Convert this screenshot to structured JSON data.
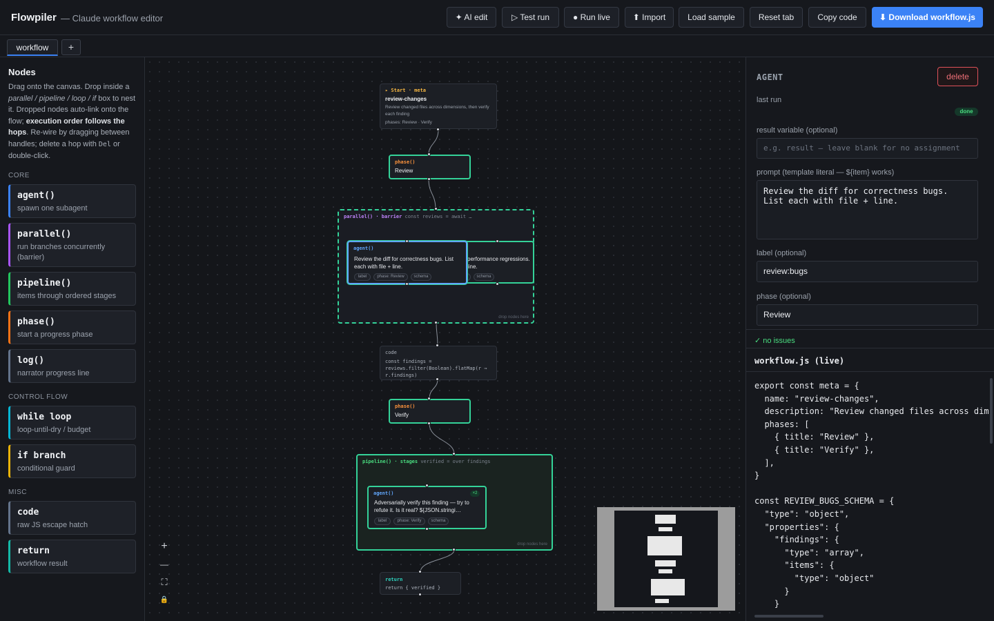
{
  "header": {
    "brand": "Flowpiler",
    "subtitle": "— Claude workflow editor",
    "buttons": {
      "ai_edit": "✦ AI edit",
      "test_run": "▷ Test run",
      "run_live": "● Run live",
      "import": "⬆ Import",
      "load_sample": "Load sample",
      "reset_tab": "Reset tab",
      "copy_code": "Copy code",
      "download": "⬇ Download workflow.js"
    }
  },
  "tabs": {
    "active": "workflow",
    "add": "+"
  },
  "sidebar": {
    "title": "Nodes",
    "desc_1": "Drag onto the canvas. Drop inside a ",
    "desc_2": "parallel / pipeline / loop / if",
    "desc_3": " box to nest it. Dropped nodes auto-link onto the flow; ",
    "desc_4": "execution order follows the hops",
    "desc_5": ". Re-wire by dragging between handles; delete a hop with ",
    "desc_6": "Del",
    "desc_7": " or double-click.",
    "sections": {
      "core": "CORE",
      "control_flow": "CONTROL FLOW",
      "misc": "MISC"
    },
    "items": [
      {
        "name": "agent()",
        "desc": "spawn one subagent"
      },
      {
        "name": "parallel()",
        "desc": "run branches concurrently (barrier)"
      },
      {
        "name": "pipeline()",
        "desc": "items through ordered stages"
      },
      {
        "name": "phase()",
        "desc": "start a progress phase"
      },
      {
        "name": "log()",
        "desc": "narrator progress line"
      },
      {
        "name": "while loop",
        "desc": "loop-until-dry / budget"
      },
      {
        "name": "if branch",
        "desc": "conditional guard"
      },
      {
        "name": "code",
        "desc": "raw JS escape hatch"
      },
      {
        "name": "return",
        "desc": "workflow result"
      }
    ],
    "colors": {
      "agent": "#3b82f6",
      "parallel": "#a855f7",
      "pipeline": "#22c55e",
      "phase": "#f97316",
      "log": "#64748b",
      "while": "#06b6d4",
      "if": "#eab308",
      "code": "#64748b",
      "return": "#14b8a6"
    }
  },
  "canvas": {
    "start": {
      "head": "▸ Start · meta",
      "title": "review-changes",
      "desc": "Review changed files across dimensions, then verify each finding",
      "phases": "phases: Review · Verify"
    },
    "phase1": {
      "head": "phase()",
      "title": "Review"
    },
    "parallel": {
      "head": "parallel()",
      "barrier": "· barrier",
      "expr": "const reviews = await …",
      "drop_hint": "drop nodes here"
    },
    "agent_a": {
      "head": "agent()",
      "body": "Review the diff for correctness bugs. List each with file + line.",
      "pills": [
        "label",
        "phase: Review",
        "schema"
      ]
    },
    "agent_b": {
      "body_1": "performance regressions.",
      "body_2": "line.",
      "pills": [
        "w",
        "schema"
      ]
    },
    "code": {
      "head": "code",
      "line1": "const findings =",
      "line2": "reviews.filter(Boolean).flatMap(r ⇒",
      "line3": "r.findings)"
    },
    "phase2": {
      "head": "phase()",
      "title": "Verify"
    },
    "pipeline": {
      "head": "pipeline()",
      "stages": "· stages",
      "expr": "verified = over findings",
      "drop_hint": "drop nodes here"
    },
    "agent_v": {
      "head": "agent()",
      "badge": "×2",
      "body": "Adversarially verify this finding — try to refute it. Is it real? ${JSON.stringi…",
      "pills": [
        "label",
        "phase: Verify",
        "schema"
      ]
    },
    "return": {
      "head": "return",
      "expr": "return { verified }"
    },
    "zoom": {
      "in": "+",
      "out": "—",
      "fit": "⛶",
      "lock": "🔒"
    }
  },
  "panel": {
    "title": "AGENT",
    "delete": "delete",
    "last_run_label": "last run",
    "last_run_status": "done",
    "result_label": "result variable (optional)",
    "result_placeholder": "e.g. result — leave blank for no assignment",
    "prompt_label": "prompt (template literal — ${item} works)",
    "prompt_value": "Review the diff for correctness bugs. List each with file + line.",
    "label_label": "label (optional)",
    "label_value": "review:bugs",
    "phase_label": "phase (optional)",
    "phase_value": "Review",
    "issues": "✓ no issues",
    "code_title": "workflow.js (live)",
    "code": "export const meta = {\n  name: \"review-changes\",\n  description: \"Review changed files across dime\n  phases: [\n    { title: \"Review\" },\n    { title: \"Verify\" },\n  ],\n}\n\nconst REVIEW_BUGS_SCHEMA = {\n  \"type\": \"object\",\n  \"properties\": {\n    \"findings\": {\n      \"type\": \"array\",\n      \"items\": {\n        \"type\": \"object\"\n      }\n    }"
  },
  "accent_colors": {
    "primary": "#3b82f6",
    "phase": "#f97316",
    "parallel": "#a855f7",
    "pipeline": "#22c55e",
    "node_border": "#34d399",
    "selected": "#60a5fa",
    "success": "#4ade80",
    "danger": "#e0525a"
  }
}
